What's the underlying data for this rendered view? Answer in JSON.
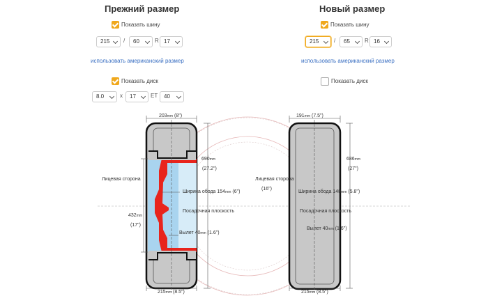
{
  "left": {
    "heading": "Прежний размер",
    "show_tire_label": "Показать шину",
    "tire": {
      "width": "215",
      "profile": "60",
      "r_label": "R",
      "rim": "17"
    },
    "american_link": "использовать американский размер",
    "show_disc_label": "Показать диск",
    "disc": {
      "width": "8.0",
      "x_label": "x",
      "diameter": "17",
      "et_label": "ET",
      "et": "40"
    }
  },
  "right": {
    "heading": "Новый размер",
    "show_tire_label": "Показать шину",
    "tire": {
      "width": "215",
      "profile": "65",
      "r_label": "R",
      "rim": "16"
    },
    "american_link": "использовать американский размер",
    "show_disc_label": "Показать диск",
    "show_disc_checked": false
  },
  "separator": "/",
  "diagram": {
    "left": {
      "top_width": "203",
      "top_width_in": "(8\")",
      "height": "690",
      "height_in": "(27.2\")",
      "face_label": "Лицевая сторона",
      "rim_width_label": "Ширина обода 154",
      "rim_width_in": "(6\")",
      "seat_label": "Посадочная плоскость",
      "rim_diam": "432",
      "rim_diam_in": "(17\")",
      "offset_label": "Вылет 40",
      "offset_in": "(1.6\")",
      "bottom_width": "215",
      "bottom_width_in": "(8.5\")"
    },
    "right": {
      "top_width": "191",
      "top_width_in": "(7.5\")",
      "height": "686",
      "height_in": "(27\")",
      "face_label": "Лицевая сторона",
      "rim_diam_in": "(16\")",
      "rim_width_label": "Ширина обода 148",
      "rim_width_in": "(5.8\")",
      "seat_label": "Посадочная плоскость",
      "offset_label": "Вылет 40",
      "offset_in": "(1.6\")",
      "bottom_width": "215",
      "bottom_width_in": "(8.5\")"
    },
    "mm_unit": "mm",
    "colors": {
      "tire": "#c8c8c8",
      "tire_outline": "#111111",
      "rim_red": "#e8241c",
      "rim_blue": "#a9d4ef",
      "accent": "#f0a81c",
      "link": "#3a6fc2"
    }
  }
}
